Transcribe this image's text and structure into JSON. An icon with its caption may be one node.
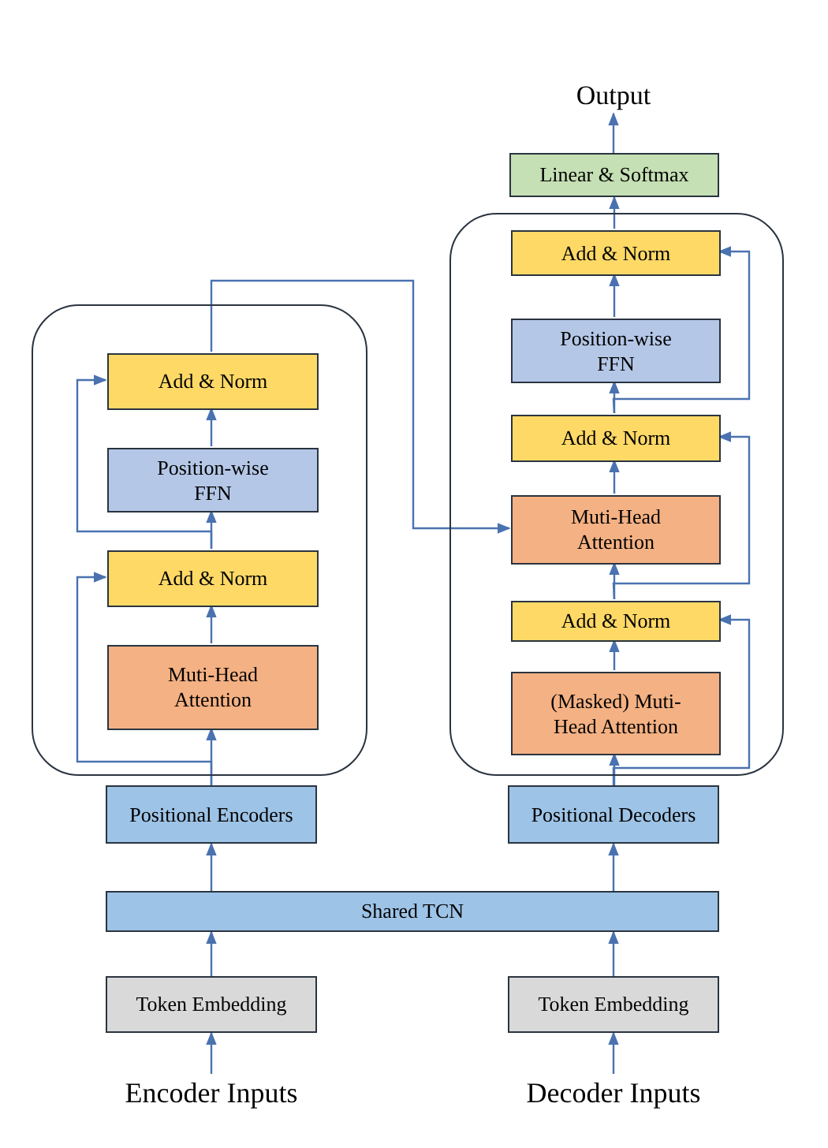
{
  "diagram": {
    "nodes": [
      {
        "text": [
          "Output"
        ]
      },
      {
        "text": [
          "Linear & Softmax"
        ]
      },
      {
        "text": [],
        "shape": "box"
      },
      {
        "text": [
          "Add & Norm"
        ],
        "in": 2
      },
      {
        "text": [
          "Position-wise FFN"
        ],
        "in": 2
      },
      {
        "text": [
          "Add & Norm"
        ],
        "in": 2
      },
      {
        "text": [
          "Muti-Head Attention"
        ],
        "in": 2
      },
      {
        "text": [
          "Add & Norm"
        ],
        "in": 2
      },
      {
        "text": [
          "(Masked) Muti-Head Attention"
        ],
        "in": 2
      },
      {
        "text": [],
        "shape": "box"
      },
      {
        "text": [
          "Add & Norm"
        ],
        "in": 9
      },
      {
        "text": [
          "Position-wise FFN"
        ],
        "in": 9
      },
      {
        "text": [
          "Add & Norm"
        ],
        "in": 9
      },
      {
        "text": [
          "Muti-Head Attention"
        ],
        "in": 9
      },
      {
        "text": [
          "Positional Encoders"
        ]
      },
      {
        "text": [
          "Positional Decoders"
        ]
      },
      {
        "text": [
          "Shared TCN"
        ]
      },
      {
        "text": [
          "Token Embedding"
        ]
      },
      {
        "text": [
          "Token Embedding"
        ]
      },
      {
        "text": [
          "Encoder Inputs"
        ]
      },
      {
        "text": [
          "Decoder Inputs"
        ]
      }
    ],
    "edges": [
      {
        "from": 19,
        "to": 17,
        "arrow": "to"
      },
      {
        "from": 20,
        "to": 18,
        "arrow": "to"
      },
      {
        "from": 17,
        "to": 16,
        "arrow": "to"
      },
      {
        "from": 18,
        "to": 16,
        "arrow": "to"
      },
      {
        "from": 16,
        "to": 14,
        "arrow": "to"
      },
      {
        "from": 16,
        "to": 15,
        "arrow": "to"
      },
      {
        "from": 14,
        "to": 13,
        "arrow": "to"
      },
      {
        "from": 14,
        "to": 12,
        "arrow": "to"
      },
      {
        "from": 13,
        "to": 12,
        "arrow": "to"
      },
      {
        "from": 12,
        "to": 11,
        "arrow": "to"
      },
      {
        "from": 12,
        "to": 10,
        "arrow": "to"
      },
      {
        "from": 11,
        "to": 10,
        "arrow": "to"
      },
      {
        "from": 10,
        "to": 6,
        "arrow": "to"
      },
      {
        "from": 15,
        "to": 8,
        "arrow": "to"
      },
      {
        "from": 15,
        "to": 7,
        "arrow": "to"
      },
      {
        "from": 8,
        "to": 7,
        "arrow": "to"
      },
      {
        "from": 7,
        "to": 6,
        "arrow": "to"
      },
      {
        "from": 7,
        "to": 5,
        "arrow": "to"
      },
      {
        "from": 6,
        "to": 5,
        "arrow": "to"
      },
      {
        "from": 5,
        "to": 4,
        "arrow": "to"
      },
      {
        "from": 5,
        "to": 3,
        "arrow": "to"
      },
      {
        "from": 4,
        "to": 3,
        "arrow": "to"
      },
      {
        "from": 3,
        "to": 1,
        "arrow": "to"
      },
      {
        "from": 1,
        "to": 0,
        "arrow": "to"
      }
    ]
  }
}
